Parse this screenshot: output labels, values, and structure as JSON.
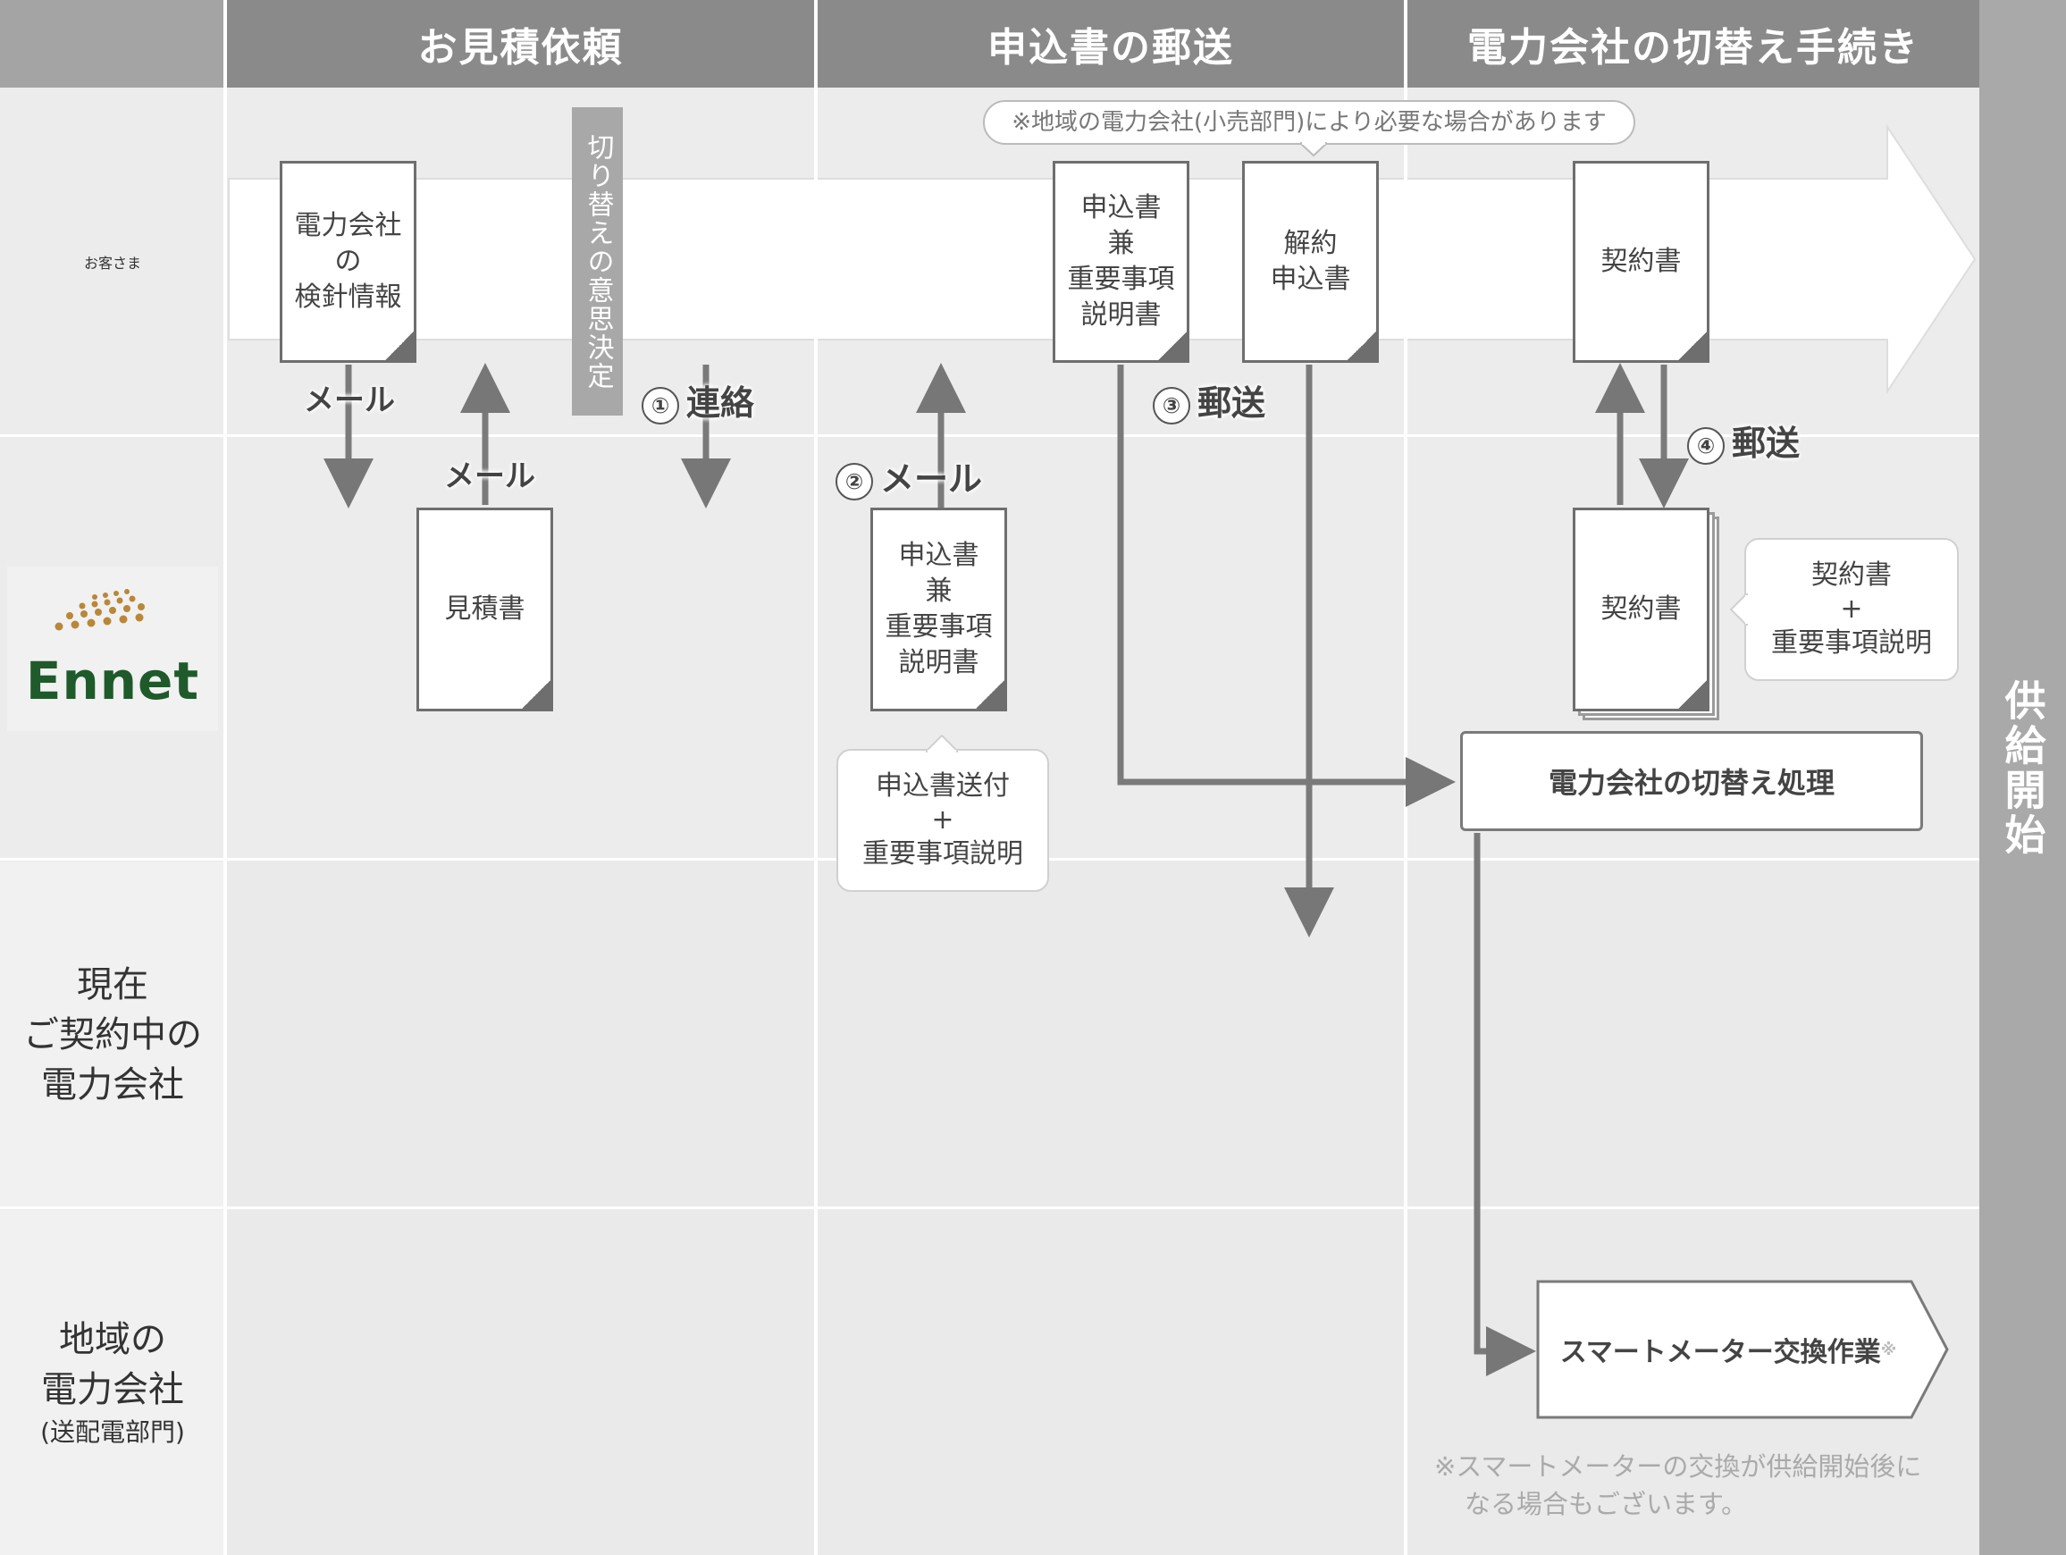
{
  "header": {
    "step1": "お見積依頼",
    "step2": "申込書の郵送",
    "step3": "電力会社の切替え手続き"
  },
  "lanes": {
    "customer": "お客さま",
    "ennet": "Ennet",
    "current_line1": "現在",
    "current_line2": "ご契約中の",
    "current_line3": "電力会社",
    "regional_line1": "地域の",
    "regional_line2": "電力会社",
    "regional_line3": "(送配電部門)"
  },
  "supply_start": "供給開始",
  "docs": {
    "meter_info": [
      "電力会社",
      "の",
      "検針情報"
    ],
    "estimate": "見積書",
    "application_ennet": [
      "申込書",
      "兼",
      "重要事項",
      "説明書"
    ],
    "application_cust": [
      "申込書",
      "兼",
      "重要事項",
      "説明書"
    ],
    "cancellation": [
      "解約",
      "申込書"
    ],
    "contract_cust": "契約書",
    "contract_ennet": "契約書"
  },
  "labels": {
    "mail1": "メール",
    "mail2": "メール",
    "step1_num": "①",
    "step1": "連絡",
    "step2_num": "②",
    "step2": "メール",
    "step3_num": "③",
    "step3": "郵送",
    "step4_num": "④",
    "step4": "郵送"
  },
  "decision_bar": "切り替えの意思決定",
  "callouts": {
    "retail_note": "※地域の電力会社(小売部門)により必要な場合があります",
    "send_app_1": "申込書送付",
    "send_app_2": "+",
    "send_app_3": "重要事項説明",
    "contract_1": "契約書",
    "contract_2": "+",
    "contract_3": "重要事項説明"
  },
  "process": {
    "switch": "電力会社の切替え処理",
    "meter": "スマートメーター交換作業",
    "meter_mark": "※"
  },
  "footnote": [
    "※スマートメーターの交換が供給開始後に",
    "なる場合もございます。"
  ]
}
